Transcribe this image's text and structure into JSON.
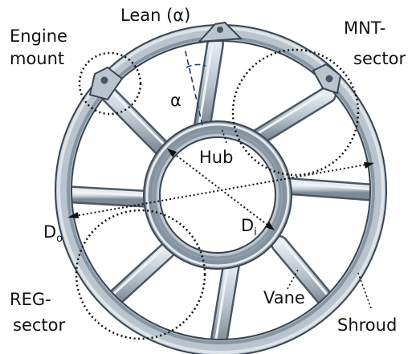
{
  "labels": {
    "lean": "Lean (α)",
    "alpha": "α",
    "engine_mount_line1": "Engine",
    "engine_mount_line2": "mount",
    "mnt_line1": "MNT-",
    "mnt_line2": "sector",
    "hub": "Hub",
    "do_main": "D",
    "do_sub": "o",
    "di_main": "D",
    "di_sub": "i",
    "reg_line1": "REG-",
    "reg_line2": "sector",
    "vane": "Vane",
    "shroud": "Shroud"
  },
  "colors": {
    "metal_light": "#cdd6de",
    "metal_mid": "#a9b5c1",
    "metal_dark": "#6f7c89",
    "outline": "#3c4652",
    "annotation": "#111111",
    "lean_guide": "#1f3a66"
  }
}
